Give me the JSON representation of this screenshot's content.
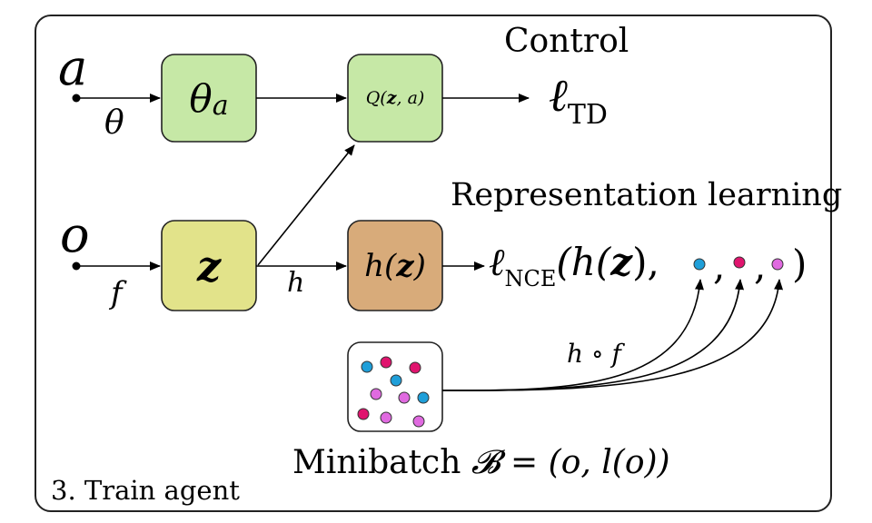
{
  "panel": {
    "footer_label": "3. Train agent"
  },
  "inputs": {
    "action": "a",
    "observation": "o"
  },
  "edges": {
    "theta": "θ",
    "f": "f",
    "h": "h",
    "h_circ_f": "h ∘ f"
  },
  "nodes": {
    "theta_a": {
      "main": "θ",
      "sub": "a"
    },
    "z": "z",
    "q": {
      "prefix": "Q(",
      "z": "z",
      "suffix": ", a)"
    },
    "h_z": {
      "prefix": "h(",
      "z": "z",
      "suffix": ")"
    }
  },
  "heads": {
    "control_title": "Control",
    "td_loss": {
      "main": "ℓ",
      "sub": "TD"
    },
    "repr_title": "Representation learning",
    "nce_loss": {
      "main": "ℓ",
      "sub": "NCE",
      "open": "(h(",
      "z": "z",
      "close_arg": "),",
      "sep": ",",
      "close": ")"
    }
  },
  "minibatch": {
    "caption_prefix": "Minibatch ",
    "symbol": "𝓑",
    "caption_suffix": " = (o, l(o))"
  },
  "colors": {
    "green_box": "#c6e8a6",
    "yellow_box": "#e2e38a",
    "orange_box": "#d8ab7a",
    "blue_dot": "#1f9fd9",
    "red_dot": "#e0146e",
    "magenta_dot": "#e06ae0"
  }
}
